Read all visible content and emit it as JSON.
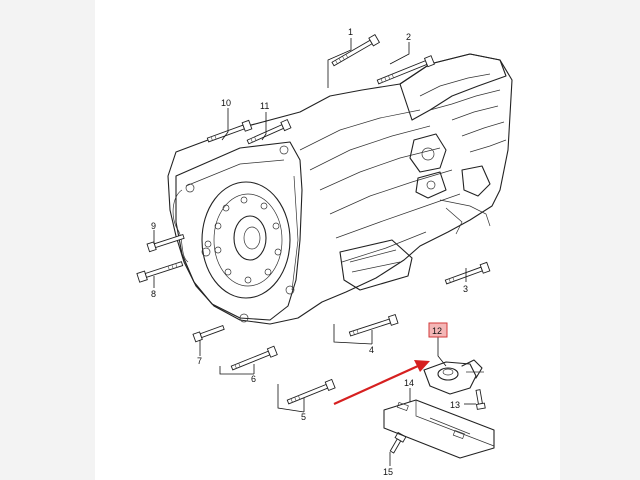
{
  "diagram": {
    "callouts": [
      {
        "id": "c1",
        "label": "1"
      },
      {
        "id": "c2",
        "label": "2"
      },
      {
        "id": "c3",
        "label": "3"
      },
      {
        "id": "c4",
        "label": "4"
      },
      {
        "id": "c5",
        "label": "5"
      },
      {
        "id": "c6",
        "label": "6"
      },
      {
        "id": "c7",
        "label": "7"
      },
      {
        "id": "c8",
        "label": "8"
      },
      {
        "id": "c9",
        "label": "9"
      },
      {
        "id": "c10",
        "label": "10"
      },
      {
        "id": "c11",
        "label": "11"
      },
      {
        "id": "c12",
        "label": "12"
      },
      {
        "id": "c13",
        "label": "13"
      },
      {
        "id": "c14",
        "label": "14"
      },
      {
        "id": "c15",
        "label": "15"
      }
    ],
    "highlight": {
      "label": "12",
      "fill": "#f4b6b6",
      "border": "#d23a3a",
      "arrow_color": "#d62020"
    }
  }
}
